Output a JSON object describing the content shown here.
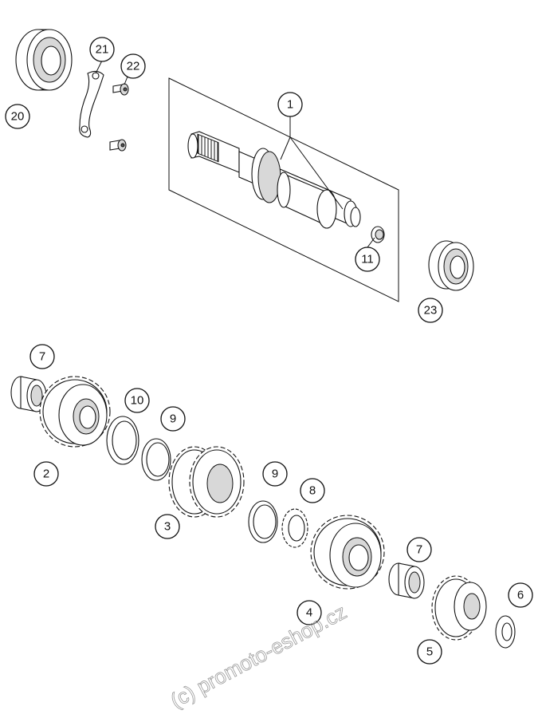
{
  "watermark": "(c) promoto-eshop.cz",
  "callouts": [
    {
      "id": "1",
      "label": "1"
    },
    {
      "id": "2",
      "label": "2"
    },
    {
      "id": "3",
      "label": "3"
    },
    {
      "id": "4",
      "label": "4"
    },
    {
      "id": "5",
      "label": "5"
    },
    {
      "id": "6",
      "label": "6"
    },
    {
      "id": "7a",
      "label": "7"
    },
    {
      "id": "7b",
      "label": "7"
    },
    {
      "id": "8",
      "label": "8"
    },
    {
      "id": "9a",
      "label": "9"
    },
    {
      "id": "9b",
      "label": "9"
    },
    {
      "id": "10",
      "label": "10"
    },
    {
      "id": "11",
      "label": "11"
    },
    {
      "id": "20",
      "label": "20"
    },
    {
      "id": "21",
      "label": "21"
    },
    {
      "id": "22",
      "label": "22"
    },
    {
      "id": "23",
      "label": "23"
    }
  ]
}
